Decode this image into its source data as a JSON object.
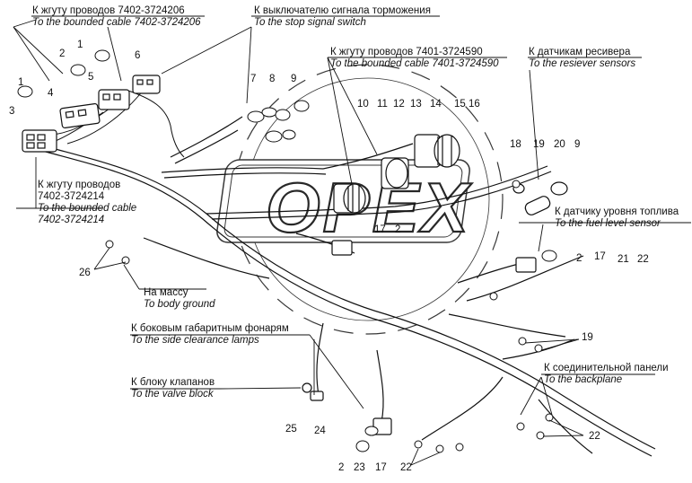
{
  "watermark": "OPEX",
  "callouts": {
    "c1": {
      "ru": "К жгуту проводов 7402-3724206",
      "en": "To the bounded cable 7402-3724206"
    },
    "c2": {
      "ru": "К выключателю сигнала торможения",
      "en": "To the stop signal switch"
    },
    "c3": {
      "ru": "К жгуту проводов 7401-3724590",
      "en": "To the bounded cable 7401-3724590"
    },
    "c4": {
      "ru": "К датчикам ресивера",
      "en": "To the resiever sensors"
    },
    "c5": {
      "ru1": "К жгуту проводов",
      "ru2": "7402-3724214",
      "en1": "To the bounded cable",
      "en2": "7402-3724214"
    },
    "c6": {
      "ru": "К датчику уровня топлива",
      "en": "To the fuel level sensor"
    },
    "c7": {
      "ru": "На массу",
      "en": "To body ground"
    },
    "c8": {
      "ru": "К боковым габаритным фонарям",
      "en": "To the side clearance lamps"
    },
    "c9": {
      "ru": "К блоку клапанов",
      "en": "To the valve block"
    },
    "c10": {
      "ru": "К соединительной панели",
      "en": "To the backplane"
    }
  },
  "numbers": {
    "n1a": "1",
    "n2a": "2",
    "n6": "6",
    "n1b": "1",
    "n5": "5",
    "n4": "4",
    "n3": "3",
    "n7": "7",
    "n8": "8",
    "n9a": "9",
    "n10": "10",
    "n11": "11",
    "n12": "12",
    "n13": "13",
    "n14": "14",
    "n15": "15",
    "n16": "16",
    "n18": "18",
    "n19a": "19",
    "n20": "20",
    "n9b": "9",
    "n17a": "17",
    "n2b": "2",
    "n17b": "17",
    "n2c": "2",
    "n21": "21",
    "n22a": "22",
    "n26": "26",
    "n19b": "19",
    "n25": "25",
    "n24": "24",
    "n2d": "2",
    "n23": "23",
    "n17c": "17",
    "n22b": "22",
    "n22c": "22"
  }
}
